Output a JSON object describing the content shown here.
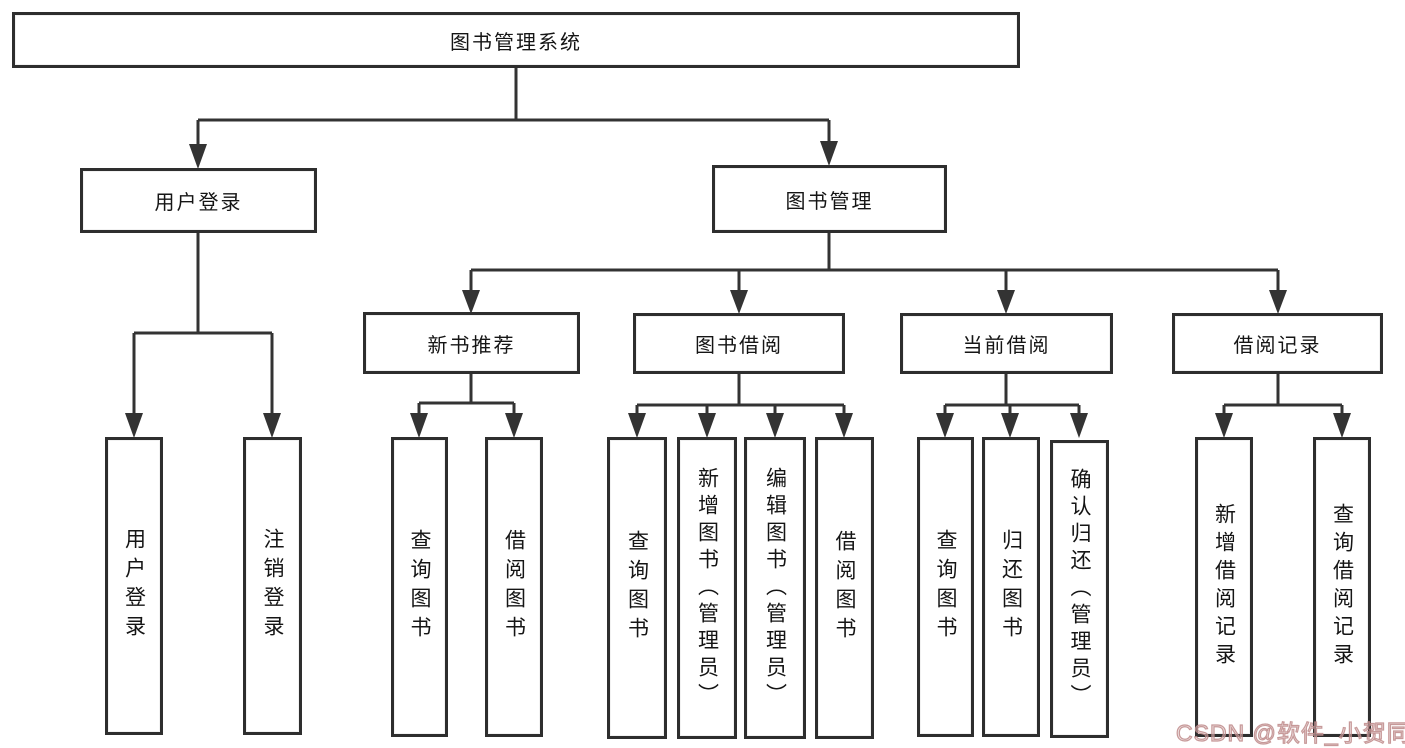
{
  "diagram": {
    "watermark": "CSDN @软件_小贺同学",
    "colors": {
      "line": "#333333",
      "box_border": "#2e2e2e",
      "text": "#151515",
      "watermark": "#be8a8a",
      "background": "#ffffff"
    },
    "nodes": {
      "root": {
        "label": "图书管理系统"
      },
      "user_login": {
        "label": "用户登录"
      },
      "book_mgmt": {
        "label": "图书管理"
      },
      "login_leaf": {
        "label": "用户登录"
      },
      "logout_leaf": {
        "label": "注销登录"
      },
      "rec": {
        "label": "新书推荐"
      },
      "borrow": {
        "label": "图书借阅"
      },
      "current": {
        "label": "当前借阅"
      },
      "records": {
        "label": "借阅记录"
      },
      "rec_query": {
        "label": "查询图书"
      },
      "rec_borrow": {
        "label": "借阅图书"
      },
      "borrow_query": {
        "label": "查询图书"
      },
      "borrow_add": {
        "label": "新增图书（管理员）"
      },
      "borrow_edit": {
        "label": "编辑图书（管理员）"
      },
      "borrow_borrow": {
        "label": "借阅图书"
      },
      "current_query": {
        "label": "查询图书"
      },
      "current_return": {
        "label": "归还图书"
      },
      "current_confirm": {
        "label": "确认归还（管理员）"
      },
      "records_add": {
        "label": "新增借阅记录"
      },
      "records_query": {
        "label": "查询借阅记录"
      }
    }
  }
}
